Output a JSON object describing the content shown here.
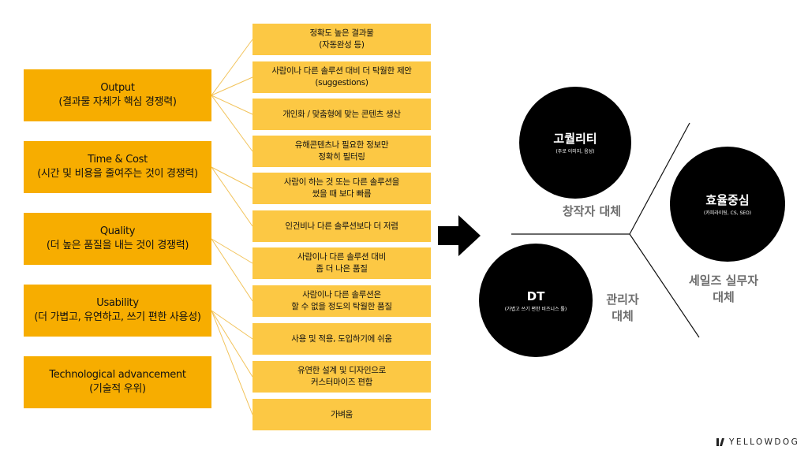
{
  "categories": [
    {
      "title": "Output",
      "subtitle": "(결과물 자체가 핵심 경쟁력)"
    },
    {
      "title": "Time & Cost",
      "subtitle": "(시간 및 비용을 줄여주는 것이 경쟁력)"
    },
    {
      "title": "Quality",
      "subtitle": "(더 높은 품질을 내는 것이 경쟁력)"
    },
    {
      "title": "Usability",
      "subtitle": "(더 가볍고, 유연하고, 쓰기 편한 사용성)"
    },
    {
      "title": "Technological advancement",
      "subtitle": "(기술적 우위)"
    }
  ],
  "items": [
    {
      "line1": "정확도 높은 결과물",
      "line2": "(자동완성 등)"
    },
    {
      "line1": "사람이나 다른 솔루션 대비 더 탁월한 제안",
      "line2": "(suggestions)"
    },
    {
      "line1": "개인화 / 맞춤형에 맞는 콘텐츠 생산",
      "line2": ""
    },
    {
      "line1": "유해콘텐츠나 필요한 정보만",
      "line2": "정확히 필터링"
    },
    {
      "line1": "사람이 하는 것 또는 다른 솔루션을",
      "line2": "썼을 때 보다 빠름"
    },
    {
      "line1": "인건비나 다른 솔루션보다 더 저렴",
      "line2": ""
    },
    {
      "line1": "사람이나 다른 솔루션 대비",
      "line2": "좀 더 나은 품질"
    },
    {
      "line1": "사람이나 다른 솔루션은",
      "line2": "할 수 없을 정도의 탁월한 품질"
    },
    {
      "line1": "사용 및 적용, 도입하기에 쉬움",
      "line2": ""
    },
    {
      "line1": "유연한 설계 및 디자인으로",
      "line2": "커스터마이즈 편함"
    },
    {
      "line1": "가벼움",
      "line2": ""
    }
  ],
  "circles": {
    "quality": {
      "title": "고퀄리티",
      "subtitle": "(주로 이미지, 음성)"
    },
    "efficiency": {
      "title": "효율중심",
      "subtitle": "(카피라이팅, CS, SEO)"
    },
    "dt": {
      "title": "DT",
      "subtitle": "(가볍고 쓰기 편한 비즈니스 툴)"
    }
  },
  "labels": {
    "creator_line1": "창작자 대체",
    "sales_line1": "세일즈 실무자",
    "sales_line2": "대체",
    "manager_line1": "관리자",
    "manager_line2": "대체"
  },
  "logo": {
    "text": "YELLOWDOG"
  },
  "colors": {
    "category_fill": "#f7ad00",
    "item_fill": "#fcc844",
    "circle_fill": "#000000",
    "label_gray": "#6e6e6e"
  }
}
